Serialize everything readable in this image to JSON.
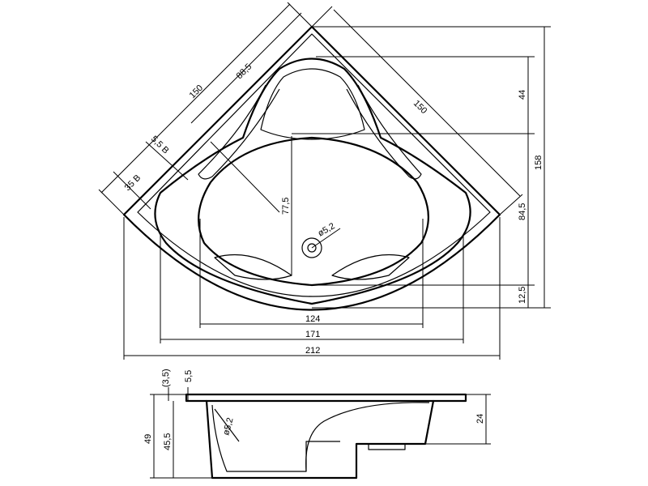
{
  "plan_view": {
    "edge_left": "150",
    "edge_right": "150",
    "seat_depth": "88,5",
    "rim_depth_top": "5,5 B",
    "rim_depth_bottom": "35 B",
    "height_top": "44",
    "height_mid": "84,5",
    "height_bottom": "12,5",
    "height_total": "158",
    "inner_height": "77,5",
    "drain": "ø5,2",
    "width_inner": "124",
    "width_mid": "171",
    "width_total": "212"
  },
  "side_view": {
    "rim_small": "(3,5)",
    "rim_top": "5,5",
    "height_total": "49",
    "height_inner": "45,5",
    "drain": "ø5,2",
    "skirt": "24"
  }
}
